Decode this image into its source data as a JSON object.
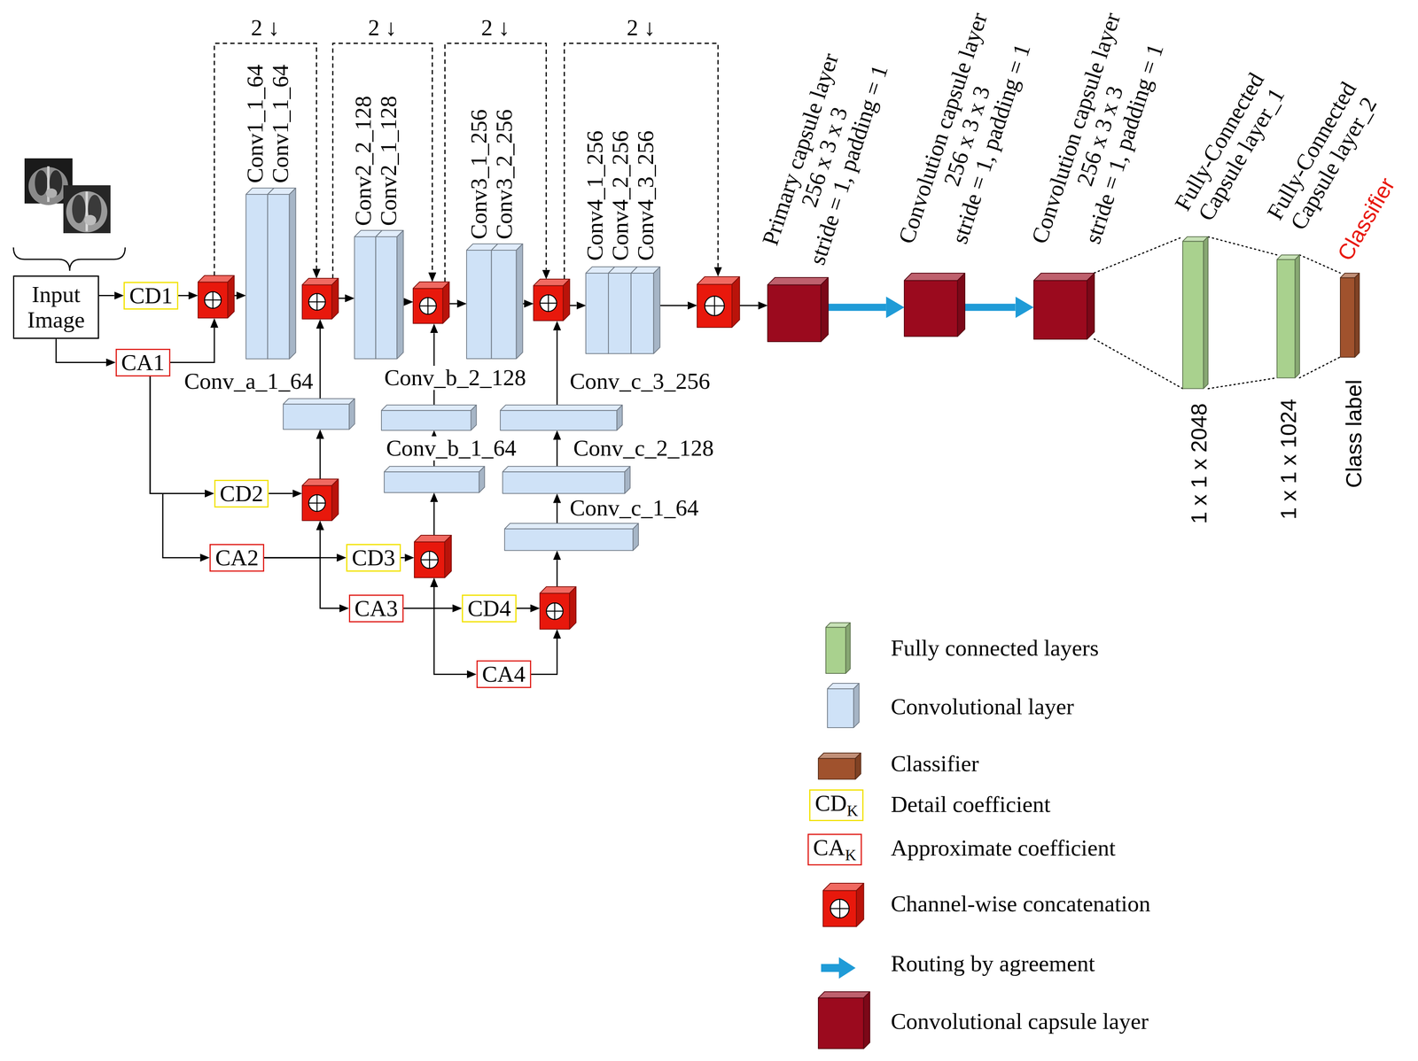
{
  "diagram": {
    "nodes": [
      {
        "text": [
          "Input Image"
        ]
      },
      {
        "text": [
          "CD1"
        ]
      },
      {
        "text": [
          "CA1"
        ]
      },
      {
        "text": []
      },
      {
        "text": [
          "Conv1_1_64",
          "Conv1_1_64"
        ]
      },
      {
        "text": []
      },
      {
        "text": [
          "Conv2_2_128",
          "Conv2_1_128"
        ]
      },
      {
        "text": []
      },
      {
        "text": [
          "Conv3_1_256",
          "Conv3_2_256"
        ]
      },
      {
        "text": []
      },
      {
        "text": [
          "Conv4_1_256",
          "Conv4_2_256",
          "Conv4_3_256"
        ]
      },
      {
        "text": []
      },
      {
        "text": [
          "Primary capsule layer",
          "256 x 3 x 3",
          "stride = 1, padding = 1"
        ]
      },
      {
        "text": [
          "Convolution capsule layer",
          "256 x 3 x 3",
          "stride = 1, padding = 1"
        ]
      },
      {
        "text": [
          "Convolution capsule layer",
          "256 x 3 x 3",
          "stride = 1, padding = 1"
        ]
      },
      {
        "text": [
          "Fully-Connected",
          "Capsule layer_1",
          "1 x 1 x 2048"
        ]
      },
      {
        "text": [
          "Fully-Connected",
          "Capsule layer_2",
          "1 x 1 x 1024"
        ]
      },
      {
        "text": [
          "Classifier",
          "Class label"
        ]
      },
      {
        "text": [
          "Conv_a_1_64"
        ]
      },
      {
        "text": [
          "CD2"
        ]
      },
      {
        "text": [
          "CA2"
        ]
      },
      {
        "text": []
      },
      {
        "text": [
          "Conv_b_2_128"
        ]
      },
      {
        "text": [
          "Conv_b_1_64"
        ]
      },
      {
        "text": [
          "CD3"
        ]
      },
      {
        "text": [
          "CA3"
        ]
      },
      {
        "text": []
      },
      {
        "text": [
          "Conv_c_3_256"
        ]
      },
      {
        "text": [
          "Conv_c_2_128"
        ]
      },
      {
        "text": [
          "Conv_c_1_64"
        ]
      },
      {
        "text": [
          "CD4"
        ]
      },
      {
        "text": [
          "CA4"
        ]
      },
      {
        "text": []
      },
      {
        "text": [
          "CD",
          "K"
        ]
      },
      {
        "text": [
          "CA",
          "K"
        ]
      }
    ],
    "edges": [
      {
        "from": 0,
        "to": 1,
        "arrow": "to"
      },
      {
        "from": 0,
        "to": 2,
        "arrow": "to"
      },
      {
        "from": 1,
        "to": 3,
        "arrow": "to"
      },
      {
        "from": 2,
        "to": 3,
        "arrow": "to"
      },
      {
        "from": 3,
        "to": 4,
        "arrow": "to"
      },
      {
        "from": 4,
        "to": 5,
        "arrow": "to"
      },
      {
        "from": 3,
        "to": 5,
        "arrow": "to",
        "label": "2 ↓"
      },
      {
        "from": 5,
        "to": 6,
        "arrow": "to"
      },
      {
        "from": 6,
        "to": 7,
        "arrow": "to"
      },
      {
        "from": 5,
        "to": 7,
        "arrow": "to",
        "label": "2 ↓"
      },
      {
        "from": 7,
        "to": 8,
        "arrow": "to"
      },
      {
        "from": 8,
        "to": 9,
        "arrow": "to"
      },
      {
        "from": 7,
        "to": 9,
        "arrow": "to",
        "label": "2 ↓"
      },
      {
        "from": 9,
        "to": 10,
        "arrow": "to"
      },
      {
        "from": 10,
        "to": 11,
        "arrow": "to"
      },
      {
        "from": 9,
        "to": 11,
        "arrow": "to",
        "label": "2 ↓"
      },
      {
        "from": 11,
        "to": 12,
        "arrow": "to"
      },
      {
        "from": 12,
        "to": 13,
        "arrow": "to"
      },
      {
        "from": 13,
        "to": 14,
        "arrow": "to"
      },
      {
        "from": 14,
        "to": 15,
        "arrow": "none"
      },
      {
        "from": 15,
        "to": 16,
        "arrow": "none"
      },
      {
        "from": 16,
        "to": 17,
        "arrow": "none"
      },
      {
        "from": 2,
        "to": 19,
        "arrow": "to"
      },
      {
        "from": 2,
        "to": 20,
        "arrow": "to"
      },
      {
        "from": 19,
        "to": 21,
        "arrow": "to"
      },
      {
        "from": 20,
        "to": 21,
        "arrow": "to"
      },
      {
        "from": 21,
        "to": 18,
        "arrow": "to"
      },
      {
        "from": 18,
        "to": 5,
        "arrow": "to"
      },
      {
        "from": 20,
        "to": 24,
        "arrow": "to"
      },
      {
        "from": 20,
        "to": 25,
        "arrow": "to"
      },
      {
        "from": 24,
        "to": 26,
        "arrow": "to"
      },
      {
        "from": 25,
        "to": 26,
        "arrow": "to"
      },
      {
        "from": 26,
        "to": 23,
        "arrow": "to"
      },
      {
        "from": 23,
        "to": 22,
        "arrow": "to"
      },
      {
        "from": 22,
        "to": 7,
        "arrow": "to"
      },
      {
        "from": 25,
        "to": 30,
        "arrow": "to"
      },
      {
        "from": 25,
        "to": 31,
        "arrow": "to"
      },
      {
        "from": 30,
        "to": 32,
        "arrow": "to"
      },
      {
        "from": 31,
        "to": 32,
        "arrow": "to"
      },
      {
        "from": 32,
        "to": 29,
        "arrow": "to"
      },
      {
        "from": 29,
        "to": 28,
        "arrow": "to"
      },
      {
        "from": 28,
        "to": 27,
        "arrow": "to"
      },
      {
        "from": 27,
        "to": 9,
        "arrow": "to"
      }
    ],
    "legend": [
      {
        "text": "Fully connected layers",
        "color": "#a9d18e"
      },
      {
        "text": "Convolutional layer",
        "color": "#cfe2f7"
      },
      {
        "text": "Classifier",
        "color": "#a0522d"
      },
      {
        "text": "Detail coefficient"
      },
      {
        "text": "Approximate coefficient"
      },
      {
        "text": "Channel-wise concatenation",
        "color": "#e8180c"
      },
      {
        "text": "Routing by agreement"
      },
      {
        "text": "Convolutional capsule layer",
        "color": "#9b0a1e"
      }
    ]
  }
}
